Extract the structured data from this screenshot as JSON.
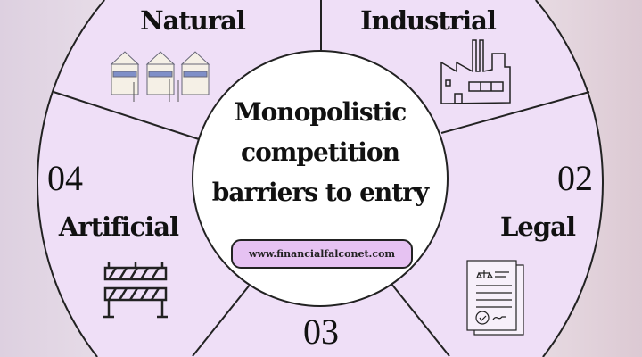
{
  "title": {
    "lines": [
      "Monopolistic",
      "competition",
      "barriers to entry"
    ]
  },
  "website": "www.financialfalconet.com",
  "segments": [
    {
      "label": "Natural",
      "icon": "market-stalls-icon"
    },
    {
      "label": "Industrial",
      "icon": "factory-icon"
    },
    {
      "number": "02",
      "label": "Legal",
      "icon": "legal-document-icon"
    },
    {
      "number": "03"
    },
    {
      "number": "04",
      "label": "Artificial",
      "icon": "barricade-icon"
    }
  ],
  "colors": {
    "wheel": "#efdff7",
    "center": "#ffffff",
    "pill": "#e6c2f2",
    "stroke": "#222222"
  }
}
